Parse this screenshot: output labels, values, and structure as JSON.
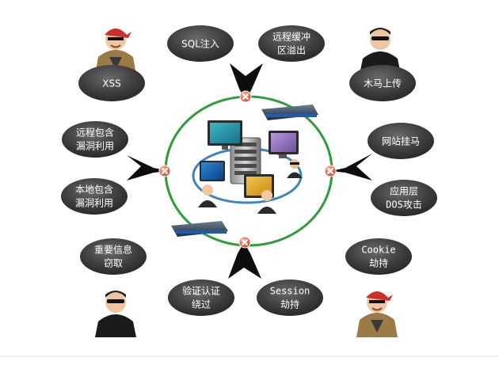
{
  "attacks": {
    "sql_injection": {
      "line1": "SQL注入"
    },
    "buffer_overflow": {
      "line1": "远程缓冲",
      "line2": "区溢出"
    },
    "xss": {
      "line1": "XSS"
    },
    "trojan_upload": {
      "line1": "木马上传"
    },
    "remote_include": {
      "line1": "远程包含",
      "line2": "漏洞利用"
    },
    "web_defacement": {
      "line1": "网站挂马"
    },
    "local_include": {
      "line1": "本地包含",
      "line2": "漏洞利用"
    },
    "app_dos": {
      "line1": "应用层",
      "line2": "DOS攻击"
    },
    "info_theft": {
      "line1": "重要信息",
      "line2": "窃取"
    },
    "cookie_hijack": {
      "line1": "Cookie",
      "line2": "劫持"
    },
    "auth_bypass": {
      "line1": "验证认证",
      "line2": "绕过"
    },
    "session_hijack": {
      "line1": "Session",
      "line2": "劫持"
    }
  },
  "colors": {
    "oval": "#3c3c3c",
    "ring": "#2e9e3a",
    "arrow": "#0d0d0d",
    "block_mark": "#e0503a",
    "hacker_bandana": "#c8322b",
    "hacker_vest": "#9b7a45"
  },
  "icons": {
    "hackers": [
      "hacker-pirate-icon",
      "hacker-sunglasses-icon"
    ],
    "center": [
      "server-tower-icon",
      "monitor-icon",
      "user-icon",
      "network-switch-icon"
    ],
    "blocked": "blocked-x-icon"
  }
}
